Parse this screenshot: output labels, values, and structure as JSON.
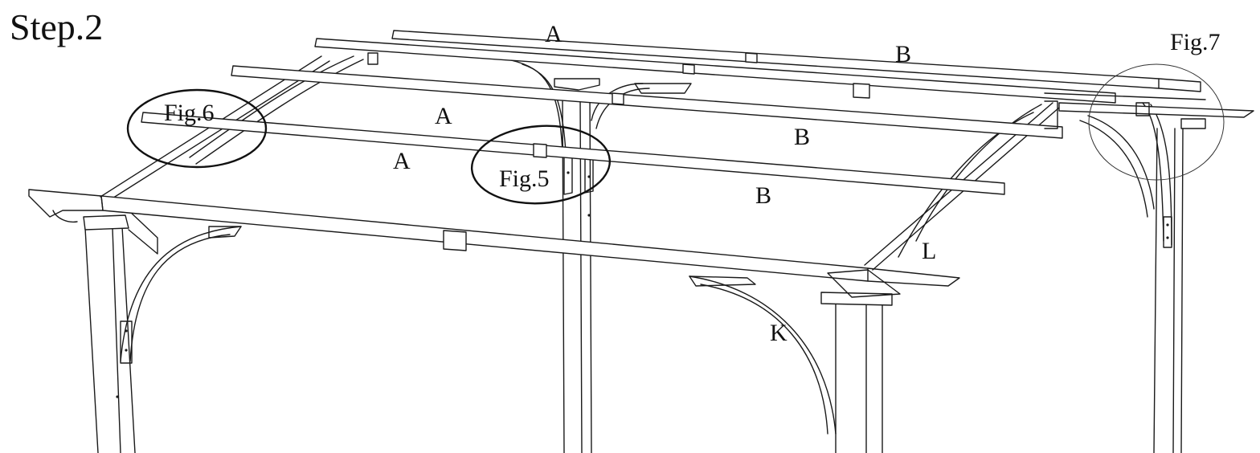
{
  "step_title": "Step.2",
  "figure_callouts": {
    "fig5": "Fig.5",
    "fig6": "Fig.6",
    "fig7": "Fig.7"
  },
  "part_labels": {
    "a_back": "A",
    "a_middle": "A",
    "a_front": "A",
    "b_back": "B",
    "b_middle": "B",
    "b_front": "B",
    "k": "K",
    "l": "L"
  },
  "colors": {
    "line": "#1a1a1a",
    "background": "#ffffff"
  }
}
